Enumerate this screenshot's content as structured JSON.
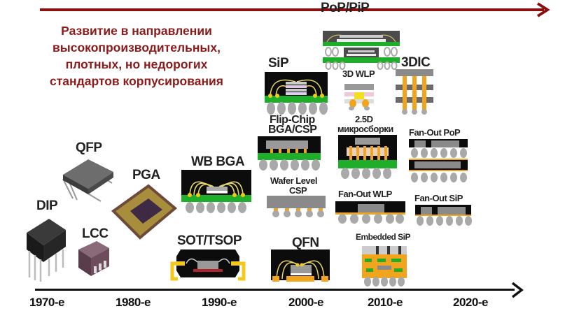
{
  "headline": {
    "lines": [
      "Развитие в направлении",
      "высокопроизводительных,",
      "плотных, но недорогих",
      "стандартов корпусирования"
    ],
    "color": "#8b1a1a"
  },
  "timeline": {
    "decades": [
      "1970-е",
      "1980-е",
      "1990-е",
      "2000-е",
      "2010-е",
      "2020-е"
    ]
  },
  "packages": {
    "dip": "DIP",
    "qfp": "QFP",
    "lcc": "LCC",
    "pga": "PGA",
    "wb_bga": "WB BGA",
    "sot_tsop": "SOT/TSOP",
    "sip": "SiP",
    "pop_pip": "PoP/PiP",
    "wlp_3d": "3D WLP",
    "dic_3": "3DIC",
    "flip_chip_1": "Flip-Chip",
    "flip_chip_2": "BGA/CSP",
    "d25_1": "2.5D",
    "d25_2": "микросборки",
    "fanout_pop": "Fan-Out PoP",
    "wafer_level_1": "Wafer Level",
    "wafer_level_2": "CSP",
    "fanout_wlp": "Fan-Out WLP",
    "fanout_sip": "Fan-Out SiP",
    "qfn": "QFN",
    "embedded_sip": "Embedded SiP"
  },
  "colors": {
    "arrow": "#8b1010",
    "pcb_green": "#1fae2a",
    "gold": "#f2a51c",
    "ball_gray": "#a9a9a9",
    "die_gray": "#8a8a8a",
    "mold_black": "#0c0c0c"
  }
}
